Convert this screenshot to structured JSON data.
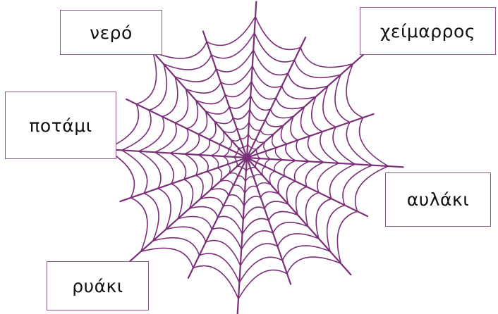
{
  "colors": {
    "web": "#7b2f78",
    "box_border": "#8a5a8a",
    "text": "#111111",
    "background": "#ffffff"
  },
  "icon": "spider-web-icon",
  "words": {
    "top_left": "νερό",
    "top_right": "χείμαρρος",
    "middle_left": "ποτάμι",
    "middle_right": "αυλάκι",
    "bottom_left": "ρυάκι"
  }
}
